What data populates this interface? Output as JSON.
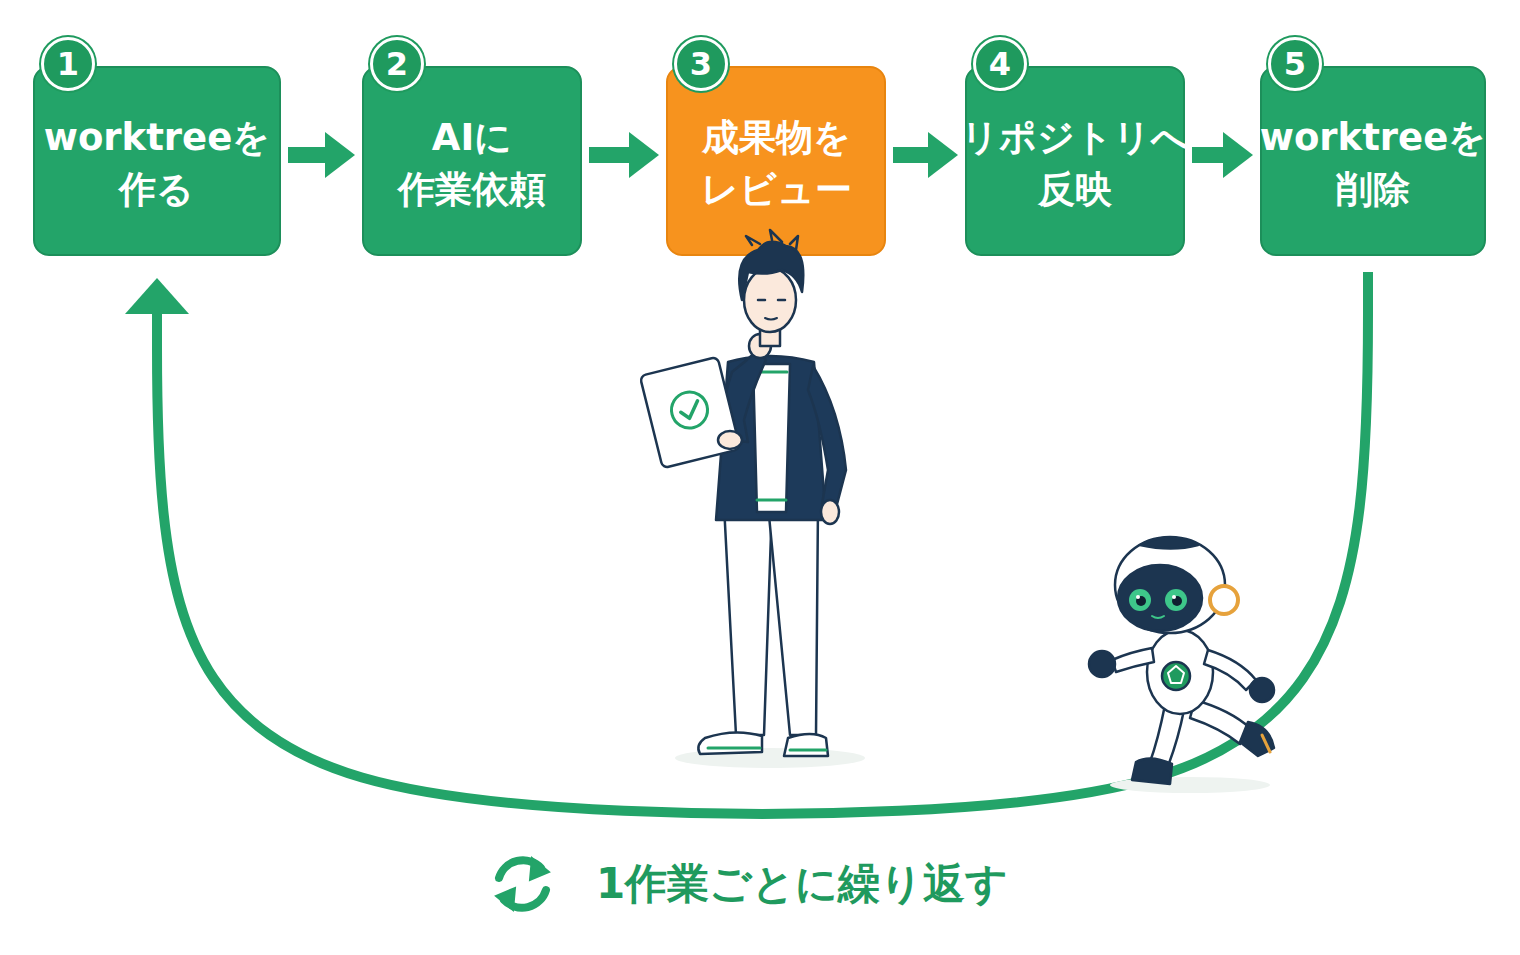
{
  "diagram": {
    "nodes": [
      {
        "text": [
          "1",
          "worktreeを 作る"
        ]
      },
      {
        "text": [
          "2",
          "AIに 作業依頼"
        ]
      },
      {
        "text": [
          "3",
          "成果物を レビュー"
        ]
      },
      {
        "text": [
          "4",
          "リポジトリへ 反映"
        ]
      },
      {
        "text": [
          "5",
          "worktreeを 削除"
        ]
      }
    ],
    "edges": [
      {
        "from": 0,
        "to": 1,
        "arrow": "to"
      },
      {
        "from": 1,
        "to": 2,
        "arrow": "to"
      },
      {
        "from": 2,
        "to": 3,
        "arrow": "to"
      },
      {
        "from": 3,
        "to": 4,
        "arrow": "to"
      },
      {
        "from": 4,
        "to": 0,
        "arrow": "to"
      }
    ],
    "labels": [
      "1作業ごとに繰り返す"
    ]
  }
}
